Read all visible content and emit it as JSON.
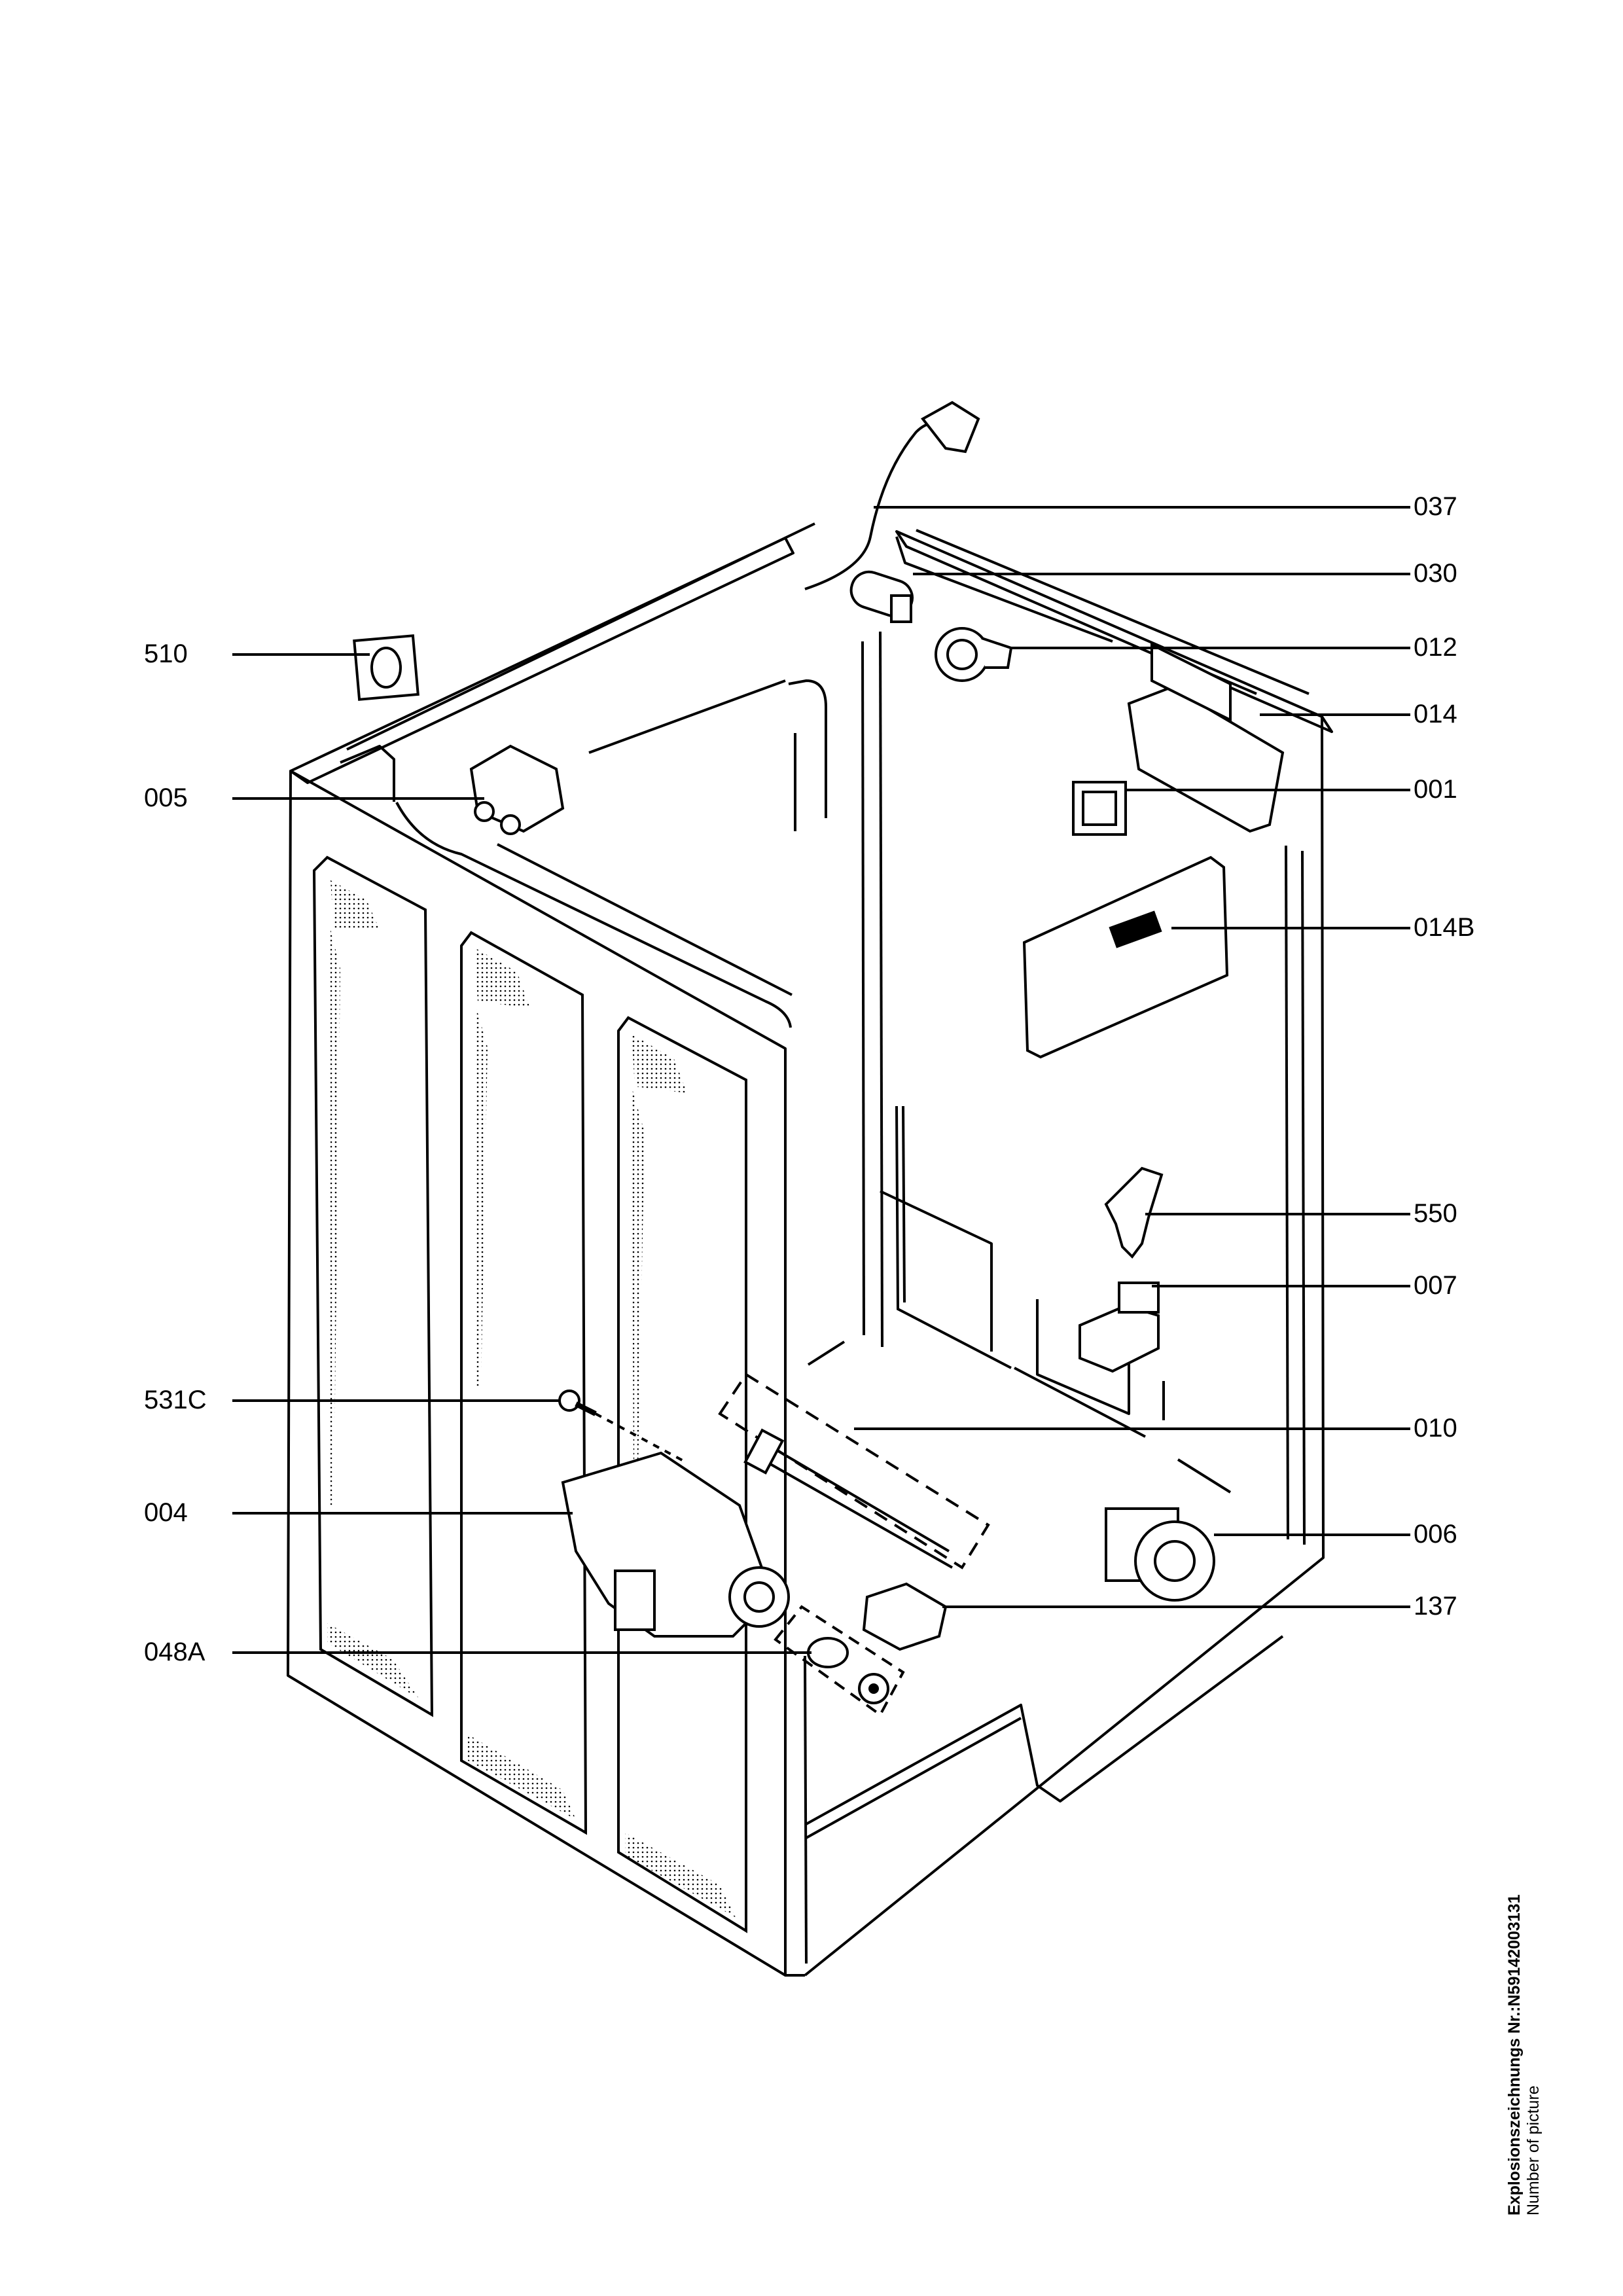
{
  "callouts": {
    "c037": "037",
    "c030": "030",
    "c012": "012",
    "c014": "014",
    "c001": "001",
    "c014B": "014B",
    "c550": "550",
    "c007": "007",
    "c010": "010",
    "c006": "006",
    "c137": "137",
    "c510": "510",
    "c005": "005",
    "c531C": "531C",
    "c004": "004",
    "c048A": "048A"
  },
  "caption": {
    "line1": "Explosionszeichnungs Nr.:N59142003131",
    "line2": "Number of picture"
  }
}
